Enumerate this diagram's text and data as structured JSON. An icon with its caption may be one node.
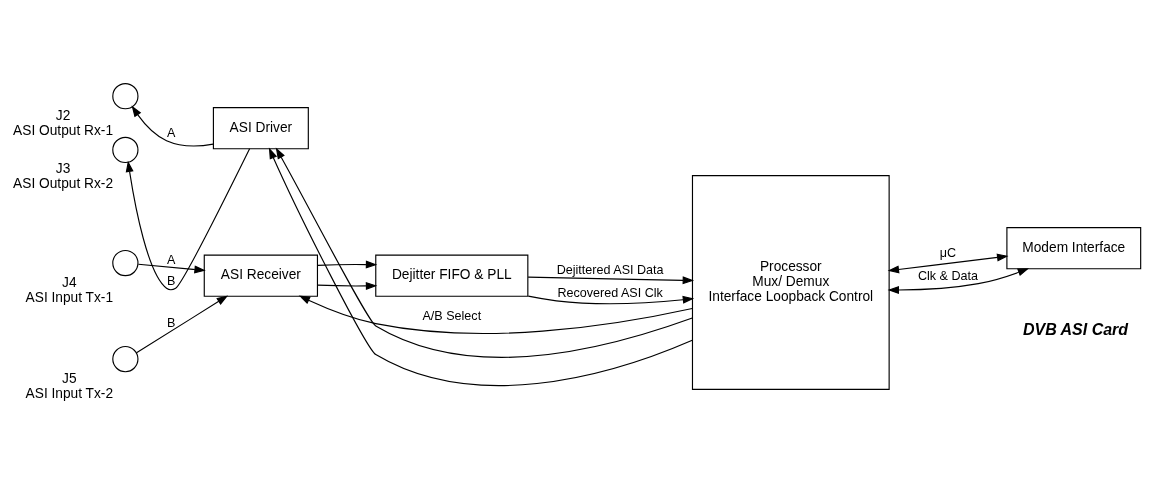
{
  "diagram": {
    "nodes": [
      {
        "text": [],
        "shape": "circle",
        "beside": [
          "J4",
          "ASI Input Tx-1"
        ]
      },
      {
        "text": [],
        "shape": "circle",
        "beside": [
          "J5",
          "ASI Input Tx-2"
        ]
      },
      {
        "text": [
          "ASI Receiver"
        ]
      },
      {
        "text": [
          "Dejitter FIFO & PLL"
        ]
      },
      {
        "text": [
          "Processor",
          "Mux/ Demux",
          "Interface Loopback Control"
        ]
      },
      {
        "text": [
          "Modem Interface"
        ]
      },
      {
        "text": [],
        "shape": "circle",
        "beside": [
          "J2",
          "ASI Output Rx-1"
        ]
      },
      {
        "text": [
          "ASI Driver"
        ]
      },
      {
        "text": [],
        "shape": "circle",
        "beside": [
          "J3",
          "ASI Output Rx-2"
        ]
      }
    ],
    "edges": [
      {
        "from": 0,
        "to": 2,
        "arrow": "to",
        "label": "A"
      },
      {
        "from": 1,
        "to": 2,
        "arrow": "to",
        "label": "B"
      },
      {
        "from": 2,
        "to": 3,
        "arrow": "to"
      },
      {
        "from": 2,
        "to": 3,
        "arrow": "to"
      },
      {
        "from": 3,
        "to": 4,
        "arrow": "to",
        "label": "Dejittered ASI Data"
      },
      {
        "from": 3,
        "to": 4,
        "arrow": "to",
        "label": "Recovered ASI Clk"
      },
      {
        "from": 4,
        "to": 2,
        "arrow": "to",
        "label": "A/B Select"
      },
      {
        "from": 4,
        "to": 5,
        "arrow": "both",
        "label": "Clk & Data"
      },
      {
        "from": 4,
        "to": 5,
        "arrow": "both",
        "label": "μC"
      },
      {
        "from": 4,
        "to": 7,
        "arrow": "to"
      },
      {
        "from": 4,
        "to": 7,
        "arrow": "to"
      },
      {
        "from": 7,
        "to": 6,
        "arrow": "to",
        "label": "A"
      },
      {
        "from": 7,
        "to": 8,
        "arrow": "to",
        "label": "B"
      }
    ],
    "labels": [
      "DVB ASI Card"
    ]
  }
}
